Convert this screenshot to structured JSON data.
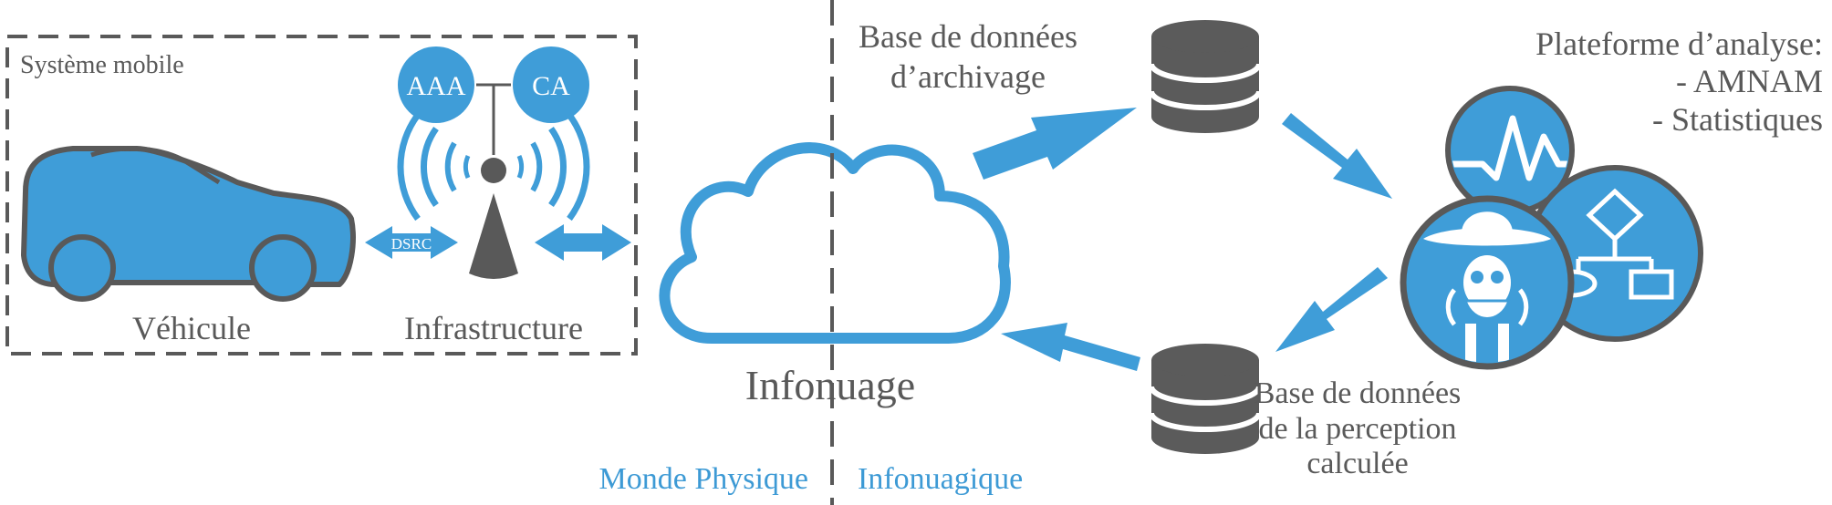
{
  "colors": {
    "blue": "#3f9dd8",
    "light_blue_text": "#3d9ad5",
    "dark_gray": "#595959",
    "db_gray": "#5b5b5b",
    "outline_gray": "#595959"
  },
  "mobile_system": {
    "label": "Système mobile",
    "vehicle_label": "Véhicule",
    "infrastructure_label": "Infrastructure",
    "dsrc_label": "DSRC",
    "aaa_label": "AAA",
    "ca_label": "CA"
  },
  "cloud": {
    "label": "Infonuage"
  },
  "worlds": {
    "physical": "Monde Physique",
    "cloud_world": "Infonuagique"
  },
  "archive_db": {
    "line1": "Base de données",
    "line2": "d’archivage"
  },
  "perception_db": {
    "line1": "Base de données",
    "line2": "de la perception",
    "line3": "calculée"
  },
  "analysis": {
    "line1": "Plateforme d’analyse:",
    "line2": "- AMNAM",
    "line3": "- Statistiques"
  },
  "icons": {
    "vehicle": "car-icon",
    "antenna": "antenna-icon",
    "cloud": "cloud-icon",
    "archive_db": "database-icon",
    "perception_db": "database-icon",
    "waveform": "waveform-icon",
    "flowchart": "flowchart-icon",
    "mascot": "mascot-icon"
  }
}
